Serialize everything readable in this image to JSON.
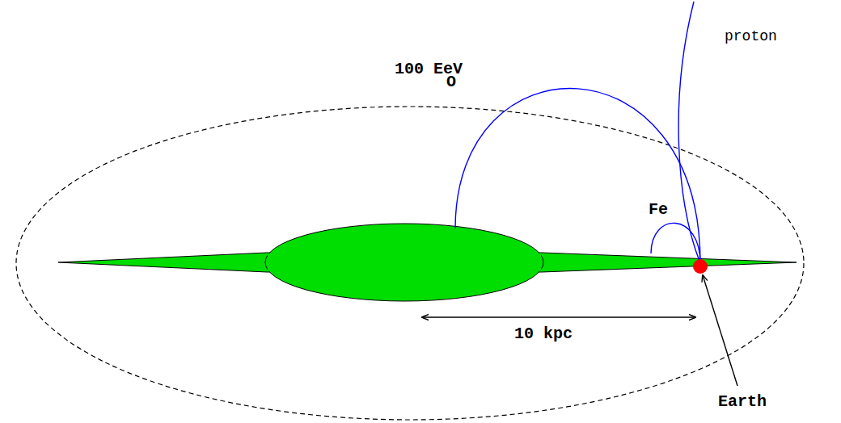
{
  "diagram": {
    "labels": [
      "100 EeV",
      "proton",
      "O",
      "Fe",
      "10 kpc",
      "Earth"
    ]
  }
}
